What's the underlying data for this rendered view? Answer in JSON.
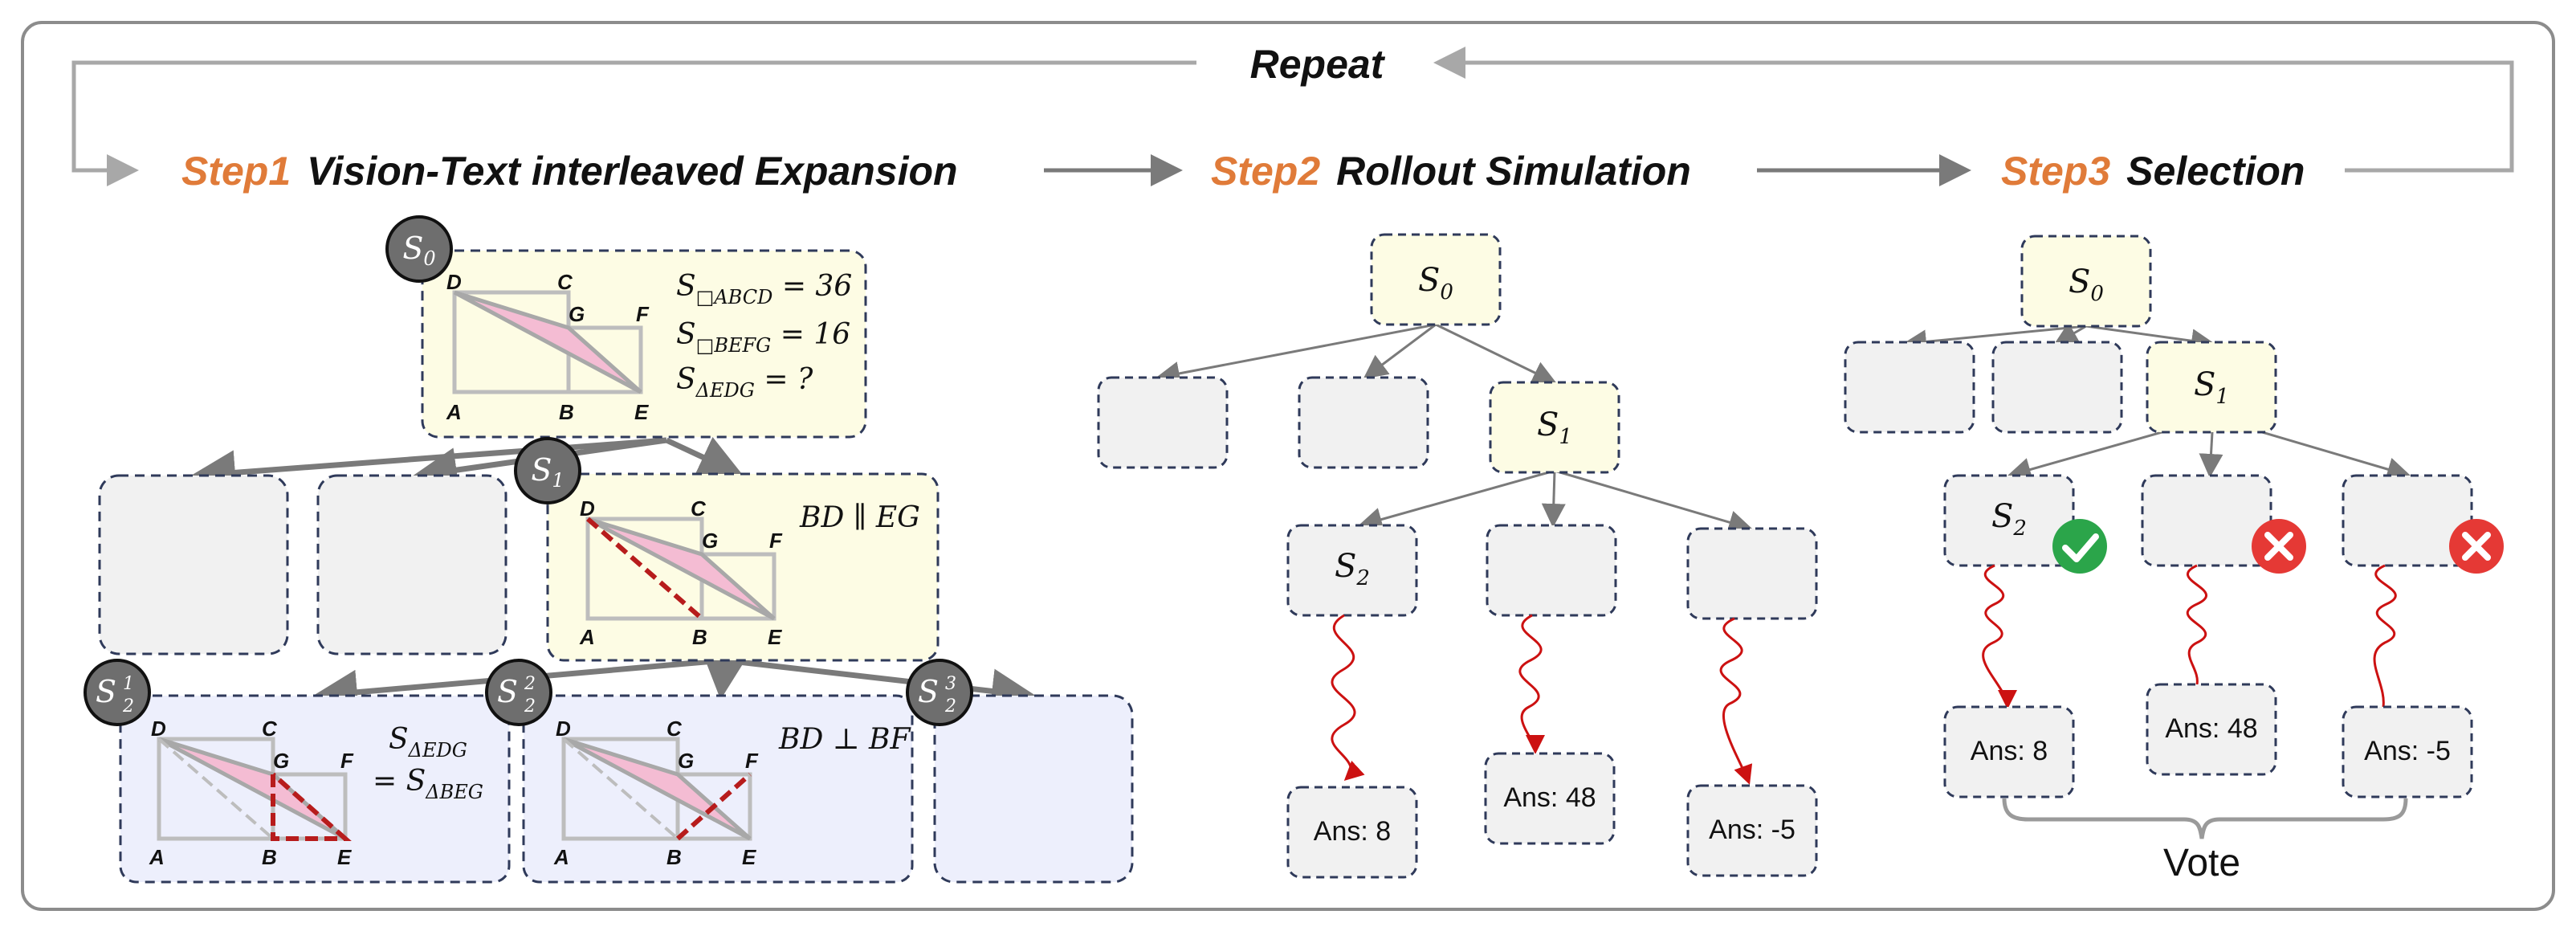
{
  "header": {
    "repeat": "Repeat",
    "steps": [
      {
        "num": "Step1",
        "title": "Vision-Text interleaved Expansion"
      },
      {
        "num": "Step2",
        "title": "Rollout Simulation"
      },
      {
        "num": "Step3",
        "title": "Selection"
      }
    ]
  },
  "colors": {
    "accent_orange": "#E07B39",
    "node_yellow": "#FDFCE4",
    "node_gray": "#F1F1F1",
    "node_blue": "#EDEFFC",
    "badge_gray": "#6E6E6E",
    "correct_green": "#2BA54A",
    "wrong_red": "#E53935",
    "rollout_red": "#CC1111"
  },
  "icons": {
    "correct": "check-circle-icon",
    "wrong": "x-circle-icon"
  },
  "step1": {
    "badges": {
      "s0": {
        "base": "S",
        "sub": "0"
      },
      "s1": {
        "base": "S",
        "sub": "1"
      },
      "s21": {
        "base": "S",
        "sub": "2",
        "sup": "1"
      },
      "s22": {
        "base": "S",
        "sub": "2",
        "sup": "2"
      },
      "s23": {
        "base": "S",
        "sub": "2",
        "sup": "3"
      }
    },
    "root": {
      "points": {
        "D": "D",
        "C": "C",
        "G": "G",
        "F": "F",
        "A": "A",
        "B": "B",
        "E": "E"
      },
      "eq1": {
        "base": "S",
        "sub": "□ABCD",
        "rest": " = 36"
      },
      "eq2": {
        "base": "S",
        "sub": "□BEFG",
        "rest": " = 16"
      },
      "eq3": {
        "base": "S",
        "sub": "ΔEDG",
        "rest": " = ?"
      }
    },
    "s1_text": "BD ∥ EG",
    "s21_text": {
      "line1_base": "S",
      "line1_sub": "ΔEDG",
      "line2_prefix": "= ",
      "line2_base": "S",
      "line2_sub": "ΔBEG"
    },
    "s22_text": "BD ⊥ BF"
  },
  "step2": {
    "s0": {
      "base": "S",
      "sub": "0"
    },
    "s1": {
      "base": "S",
      "sub": "1"
    },
    "s2": {
      "base": "S",
      "sub": "2"
    },
    "answers": [
      "Ans: 8",
      "Ans: 48",
      "Ans: -5"
    ]
  },
  "step3": {
    "s0": {
      "base": "S",
      "sub": "0"
    },
    "s1": {
      "base": "S",
      "sub": "1"
    },
    "s2": {
      "base": "S",
      "sub": "2"
    },
    "answers": [
      "Ans: 8",
      "Ans: 48",
      "Ans: -5"
    ],
    "vote": "Vote"
  }
}
